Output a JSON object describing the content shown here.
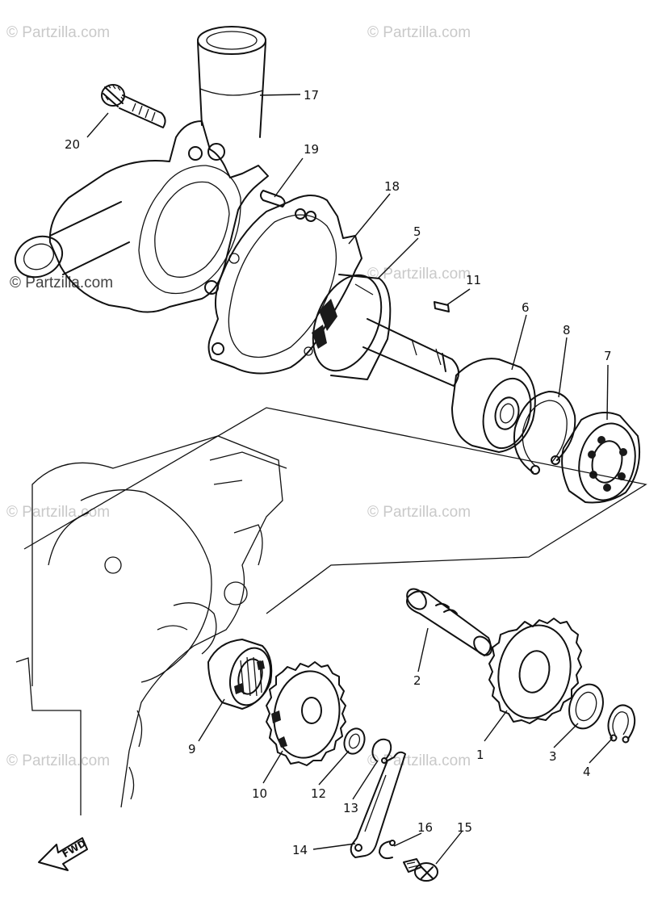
{
  "watermark": {
    "text": "© Partzilla.com",
    "text_dark": "© Partzilla.com"
  },
  "direction_marker": "FWD",
  "callouts": [
    {
      "id": "c1",
      "label": "1"
    },
    {
      "id": "c2",
      "label": "2"
    },
    {
      "id": "c3",
      "label": "3"
    },
    {
      "id": "c4",
      "label": "4"
    },
    {
      "id": "c5",
      "label": "5"
    },
    {
      "id": "c6",
      "label": "6"
    },
    {
      "id": "c7",
      "label": "7"
    },
    {
      "id": "c8",
      "label": "8"
    },
    {
      "id": "c9",
      "label": "9"
    },
    {
      "id": "c10",
      "label": "10"
    },
    {
      "id": "c11",
      "label": "11"
    },
    {
      "id": "c12",
      "label": "12"
    },
    {
      "id": "c13",
      "label": "13"
    },
    {
      "id": "c14",
      "label": "14"
    },
    {
      "id": "c15",
      "label": "15"
    },
    {
      "id": "c16",
      "label": "16"
    },
    {
      "id": "c17",
      "label": "17"
    },
    {
      "id": "c18",
      "label": "18"
    },
    {
      "id": "c19",
      "label": "19"
    },
    {
      "id": "c20",
      "label": "20"
    }
  ]
}
